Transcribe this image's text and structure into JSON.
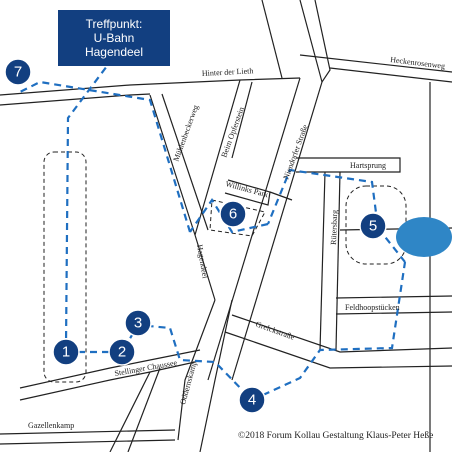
{
  "meeting_point": {
    "line1": "Treffpunkt:",
    "line2": "U-Bahn",
    "line3": "Hagendeel"
  },
  "streets": {
    "hinter_der_lieth": "Hinter der Lieth",
    "heckenrosenweg": "Heckenrosenweg",
    "muehlenbeckerweg": "Mühlenbeckerweg",
    "beim_opferstein": "Beim Opferstein",
    "niendorfer_strasse": "Niendorfer Straße",
    "hartsprung": "Hartsprung",
    "willinks_park": "Willinks Park",
    "ruetersbarg": "Rütersbarg",
    "hagendeel": "Hagendeel",
    "feldhoopstuecken": "Feldhoopstücken",
    "grelckstrasse": "Grelckstraße",
    "stellinger_chaussee": "Stellinger Chaussee",
    "oddernskamp": "Oddernskamp",
    "gazellenkamp": "Gazellenkamp"
  },
  "stops": [
    "1",
    "2",
    "3",
    "4",
    "5",
    "6",
    "7"
  ],
  "copyright": "©2018 Forum Kollau Gestaltung Klaus-Peter Heße",
  "colors": {
    "marker": "#123f80",
    "route": "#1f6fc1",
    "pond": "#2f86c6",
    "street_line": "#222222"
  }
}
